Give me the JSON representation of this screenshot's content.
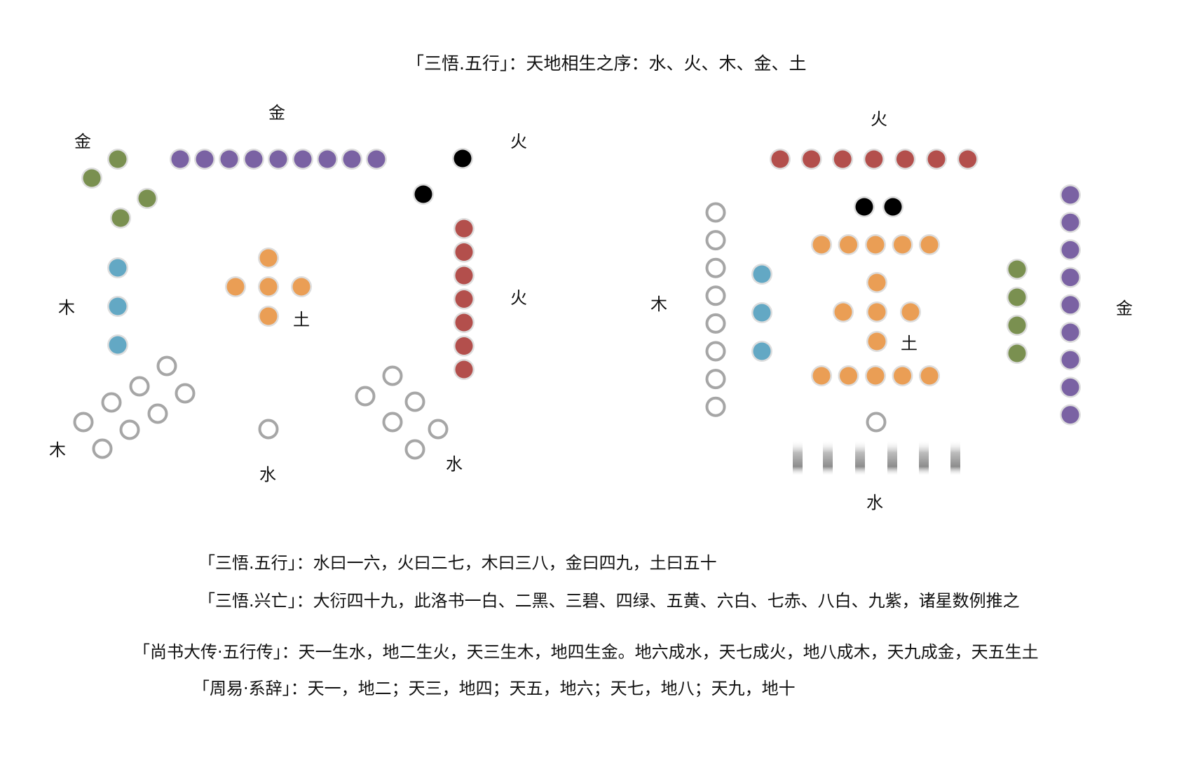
{
  "title": "「三悟.五行」：天地相生之序：水、火、木、金、土",
  "left_labels": {
    "jin_top": "金",
    "jin_corner": "金",
    "huo_corner": "火",
    "huo_right": "火",
    "mu_left": "木",
    "tu": "土",
    "mu_bottom": "木",
    "shui_bottom": "水",
    "shui_right": "水"
  },
  "right_labels": {
    "huo_top": "火",
    "mu_left": "木",
    "jin_right": "金",
    "tu": "土",
    "shui_bottom": "水"
  },
  "quotes": [
    "「三悟.五行」：水曰一六，火曰二七，木曰三八，金曰四九，土曰五十",
    "「三悟.兴亡」：大衍四十九，此洛书一白、二黑、三碧、四绿、五黄、六白、七赤、八白、九紫，诸星数例推之",
    "「尚书大传·五行传」：天一生水，地二生火，天三生木，地四生金。地六成水，天七成火，地八成木，天九成金，天五生土",
    "「周易·系辞」：天一，地二；天三，地四；天五，地六；天七，地八；天九，地十"
  ],
  "colors": {
    "metal": "#7a9050",
    "purple": "#7a62a3",
    "fire": "#b34f4c",
    "black": "#000000",
    "wood": "#63a8c4",
    "earth": "#ea9e55",
    "white_ring": "#a6a6a6",
    "halo": "#dddddd"
  }
}
